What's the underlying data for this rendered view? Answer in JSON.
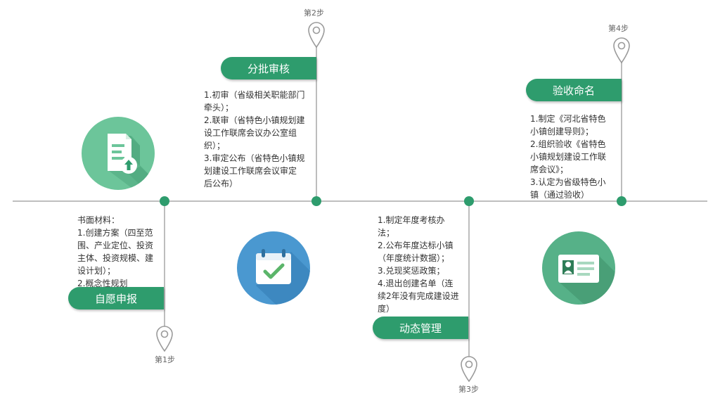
{
  "timeline": {
    "steps": [
      {
        "step_label": "第1步",
        "title": "自愿申报",
        "lines": [
          "书面材料：",
          "1.创建方案（四至范",
          "围、产业定位、投资",
          "主体、投资规模、建",
          "设计划）；",
          "2.概念性规划"
        ]
      },
      {
        "step_label": "第2步",
        "title": "分批审核",
        "lines": [
          "1.初审（省级相关职能部门",
          "牵头）；",
          "2.联审（省特色小镇规划建",
          "设工作联席会议办公室组",
          "织）；",
          "3.审定公布（省特色小镇规",
          "划建设工作联席会议审定",
          "后公布）"
        ]
      },
      {
        "step_label": "第3步",
        "title": "动态管理",
        "lines": [
          "1.制定年度考核办",
          "法；",
          "2.公布年度达标小镇",
          "（年度统计数据）；",
          "3.兑现奖惩政策；",
          "4.退出创建名单（连",
          "续2年没有完成建设进",
          "度）"
        ]
      },
      {
        "step_label": "第4步",
        "title": "验收命名",
        "lines": [
          "1.制定《河北省特色",
          "小镇创建导则》；",
          "2.组织验收《省特色",
          "小镇规划建设工作联",
          "席会议》；",
          "3.认定为省级特色小",
          "镇（通过验收）"
        ]
      }
    ],
    "icons": [
      "document-upload-icon",
      "calendar-check-icon",
      "id-card-icon"
    ],
    "colors": {
      "accent": "#2e9c6d",
      "line": "#bfbfbf",
      "icon_green": "#6cc59a",
      "icon_blue": "#4a98d0",
      "icon_teal": "#56b188"
    }
  }
}
